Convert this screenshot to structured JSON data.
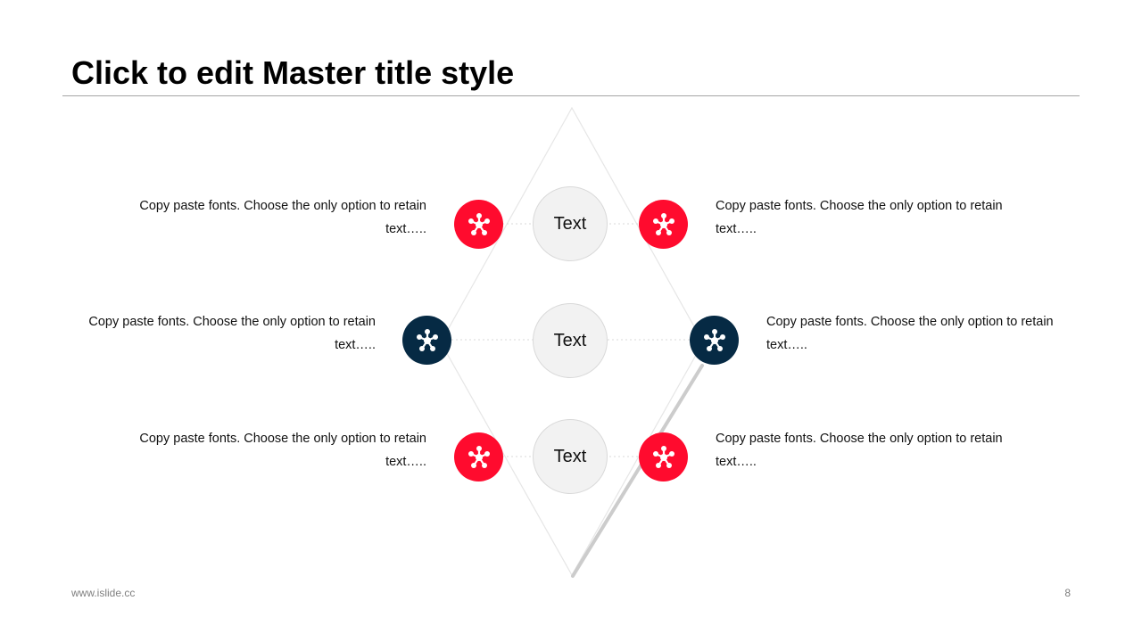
{
  "slide": {
    "title": "Click to edit Master title style",
    "footer_url": "www.islide.cc",
    "page_number": "8"
  },
  "colors": {
    "accent_red": "#ff0b2e",
    "accent_navy": "#062a44",
    "hub_fill": "#f2f2f2",
    "line": "#d9d9d9"
  },
  "hubs": [
    {
      "label": "Text"
    },
    {
      "label": "Text"
    },
    {
      "label": "Text"
    }
  ],
  "items": [
    {
      "text": "Copy paste fonts. Choose the only option to retain text….."
    },
    {
      "text": "Copy paste fonts. Choose the only option to retain text….."
    },
    {
      "text": "Copy paste fonts. Choose the only option to retain text….."
    },
    {
      "text": "Copy paste fonts. Choose the only option to retain text….."
    },
    {
      "text": "Copy paste fonts. Choose the only option to retain text….."
    },
    {
      "text": "Copy paste fonts. Choose the only option to retain text….."
    }
  ],
  "node_icon": "network-molecule-icon"
}
